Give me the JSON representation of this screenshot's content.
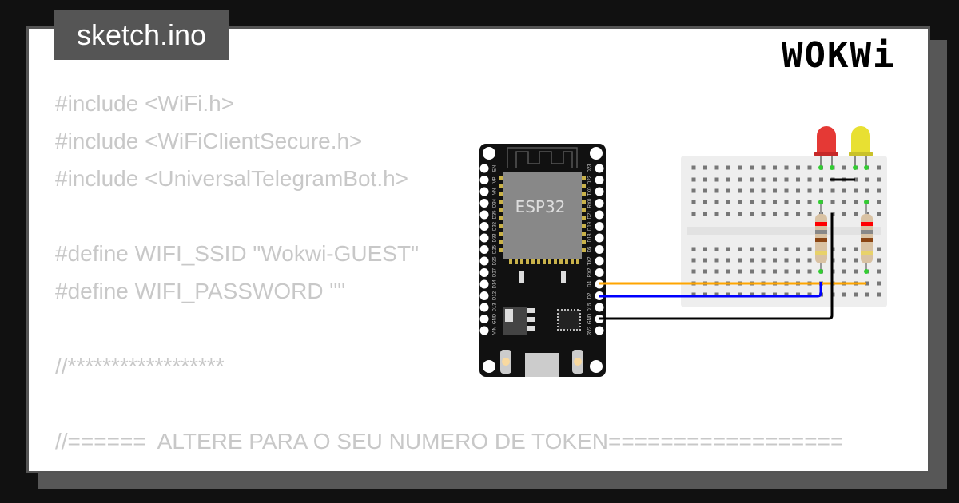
{
  "title": "sketch.ino",
  "code_lines": [
    "#include <WiFi.h>",
    "#include <WiFiClientSecure.h>",
    "#include <UniversalTelegramBot.h>",
    "",
    "#define WIFI_SSID \"Wokwi-GUEST\"",
    "#define WIFI_PASSWORD \"\"",
    "",
    "//******************",
    "",
    "//======  ALTERE PARA O SEU NUMERO DE TOKEN=================="
  ],
  "board": {
    "chip_label": "ESP32",
    "left_pins": [
      "EN",
      "VP",
      "VN",
      "D34",
      "D35",
      "D32",
      "D33",
      "D25",
      "D26",
      "D27",
      "D14",
      "D12",
      "D13",
      "GND",
      "VIN"
    ],
    "right_pins": [
      "D23",
      "D22",
      "TX0",
      "RX0",
      "D21",
      "D19",
      "D18",
      "D5",
      "TX2",
      "RX2",
      "D4",
      "D2",
      "D15",
      "GND",
      "3V3"
    ]
  },
  "components": {
    "leds": [
      {
        "color": "#e53935"
      },
      {
        "color": "#e8e032"
      }
    ],
    "wires": [
      {
        "from": "D4",
        "color": "#ffa500"
      },
      {
        "from": "D2",
        "color": "#0000ff"
      },
      {
        "from": "GND",
        "color": "#000000"
      }
    ]
  },
  "brand": "WOKWi"
}
